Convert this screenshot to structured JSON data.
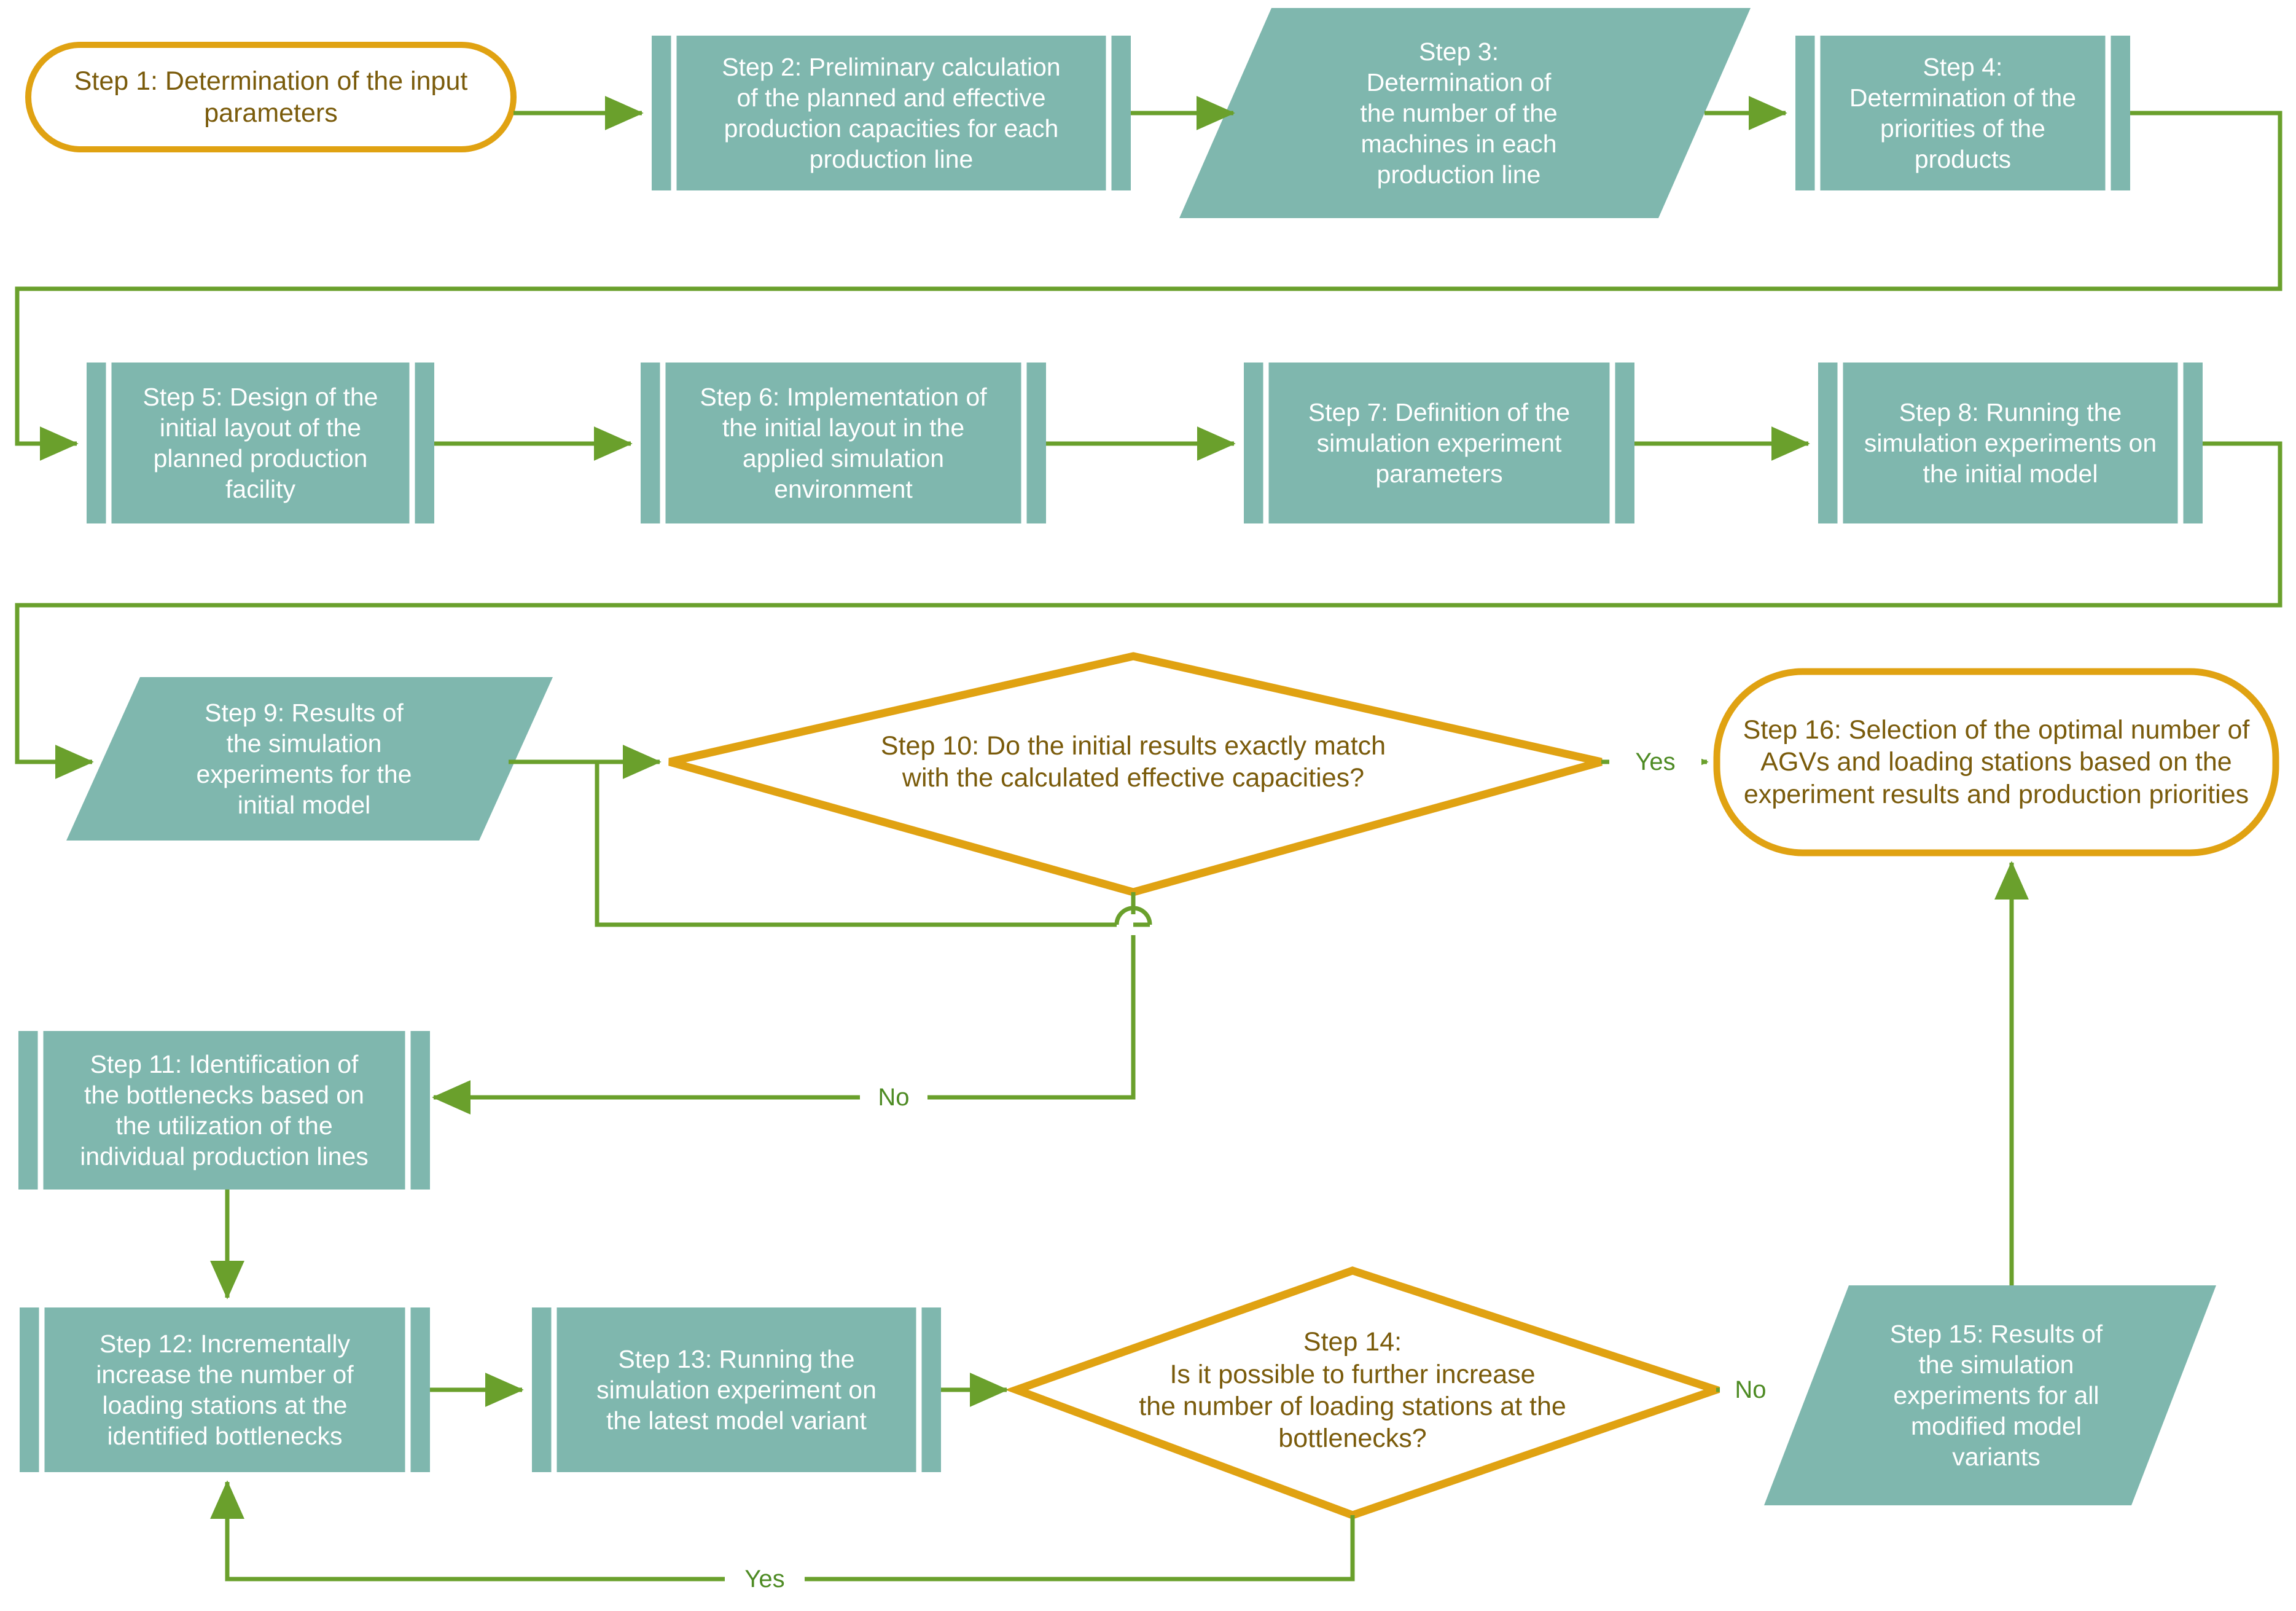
{
  "diagram": {
    "title": "Simulation-based methodology flowchart",
    "colors": {
      "process_fill": "#7FB7AE",
      "process_text": "#FFFFFF",
      "terminator_stroke": "#E0A212",
      "decision_stroke": "#E0A212",
      "decision_text": "#7A5B0B",
      "connector": "#6AA02C",
      "edge_label_text": "#4E8B24",
      "background": "#FFFFFF"
    },
    "nodes": [
      {
        "id": "step1",
        "shape": "terminator",
        "label": "Step 1: Determination of the input parameters"
      },
      {
        "id": "step2",
        "shape": "predefined-process",
        "label": "Step 2: Preliminary calculation of the planned and effective production capacities for each production line"
      },
      {
        "id": "step3",
        "shape": "data-parallelogram",
        "label": "Step 3: Determination of the number of the machines in each production line"
      },
      {
        "id": "step4",
        "shape": "predefined-process",
        "label": "Step 4: Determination of the priorities of the products"
      },
      {
        "id": "step5",
        "shape": "predefined-process",
        "label": "Step 5: Design of the initial layout of the planned production facility"
      },
      {
        "id": "step6",
        "shape": "predefined-process",
        "label": "Step 6: Implementation of the initial layout in the applied simulation environment"
      },
      {
        "id": "step7",
        "shape": "predefined-process",
        "label": "Step 7: Definition of the simulation experiment parameters"
      },
      {
        "id": "step8",
        "shape": "predefined-process",
        "label": "Step 8: Running the simulation experiments on the initial model"
      },
      {
        "id": "step9",
        "shape": "data-parallelogram",
        "label": "Step 9: Results of the simulation experiments for the initial model"
      },
      {
        "id": "step10",
        "shape": "decision-diamond",
        "label": "Step 10: Do the initial results exactly match with the calculated effective capacities?"
      },
      {
        "id": "step11",
        "shape": "predefined-process",
        "label": "Step 11: Identification of the bottlenecks based on the utilization of the individual production lines"
      },
      {
        "id": "step12",
        "shape": "predefined-process",
        "label": "Step 12: Incrementally increase the number of loading stations at the identified bottlenecks"
      },
      {
        "id": "step13",
        "shape": "predefined-process",
        "label": "Step 13: Running the simulation experiment on the latest model variant"
      },
      {
        "id": "step14",
        "shape": "decision-diamond",
        "label": "Step 14: Is it possible to further increase the number of loading stations at the bottlenecks?"
      },
      {
        "id": "step15",
        "shape": "data-parallelogram",
        "label": "Step 15: Results of the simulation experiments for all modified model variants"
      },
      {
        "id": "step16",
        "shape": "terminator",
        "label": "Step 16: Selection of the optimal number of AGVs and loading stations based on the experiment results and production priorities"
      }
    ],
    "node_labels": {
      "step1": {
        "lines": [
          "Step 1: Determination of the input",
          "parameters"
        ]
      },
      "step2": {
        "lines": [
          "Step 2: Preliminary calculation",
          "of the planned and effective",
          "production capacities for each",
          "production line"
        ]
      },
      "step3": {
        "lines": [
          "Step 3:",
          "Determination of",
          "the number of the",
          "machines in each",
          "production line"
        ]
      },
      "step4": {
        "lines": [
          "Step 4:",
          "Determination of the",
          "priorities of the",
          "products"
        ]
      },
      "step5": {
        "lines": [
          "Step 5: Design of the",
          "initial layout of the",
          "planned production",
          "facility"
        ]
      },
      "step6": {
        "lines": [
          "Step 6: Implementation of",
          "the initial layout in the",
          "applied simulation",
          "environment"
        ]
      },
      "step7": {
        "lines": [
          "Step 7: Definition of the",
          "simulation experiment",
          "parameters"
        ]
      },
      "step8": {
        "lines": [
          "Step 8: Running the",
          "simulation experiments on",
          "the initial model"
        ]
      },
      "step9": {
        "lines": [
          "Step 9: Results of",
          "the simulation",
          "experiments for the",
          "initial model"
        ]
      },
      "step10": {
        "lines": [
          "Step 10: Do the initial results exactly match",
          "with the calculated effective capacities?"
        ]
      },
      "step11": {
        "lines": [
          "Step 11: Identification of",
          "the bottlenecks based on",
          "the utilization of the",
          "individual production lines"
        ]
      },
      "step12": {
        "lines": [
          "Step 12: Incrementally",
          "increase the number of",
          "loading stations at the",
          "identified bottlenecks"
        ]
      },
      "step13": {
        "lines": [
          "Step 13: Running the",
          "simulation experiment on",
          "the latest model variant"
        ]
      },
      "step14": {
        "lines": [
          "Step 14:",
          "Is it possible to further increase",
          "the number of loading stations at the",
          "bottlenecks?"
        ]
      },
      "step15": {
        "lines": [
          "Step 15: Results of",
          "the simulation",
          "experiments for all",
          "modified model",
          "variants"
        ]
      },
      "step16": {
        "lines": [
          "Step 16: Selection of the optimal number of",
          "AGVs and loading stations based on the",
          "experiment results and production priorities"
        ]
      }
    },
    "edge_labels": {
      "yes_step10": "Yes",
      "no_step10": "No",
      "no_step14": "No",
      "yes_step14": "Yes"
    },
    "edges": [
      {
        "from": "step1",
        "to": "step2",
        "label": ""
      },
      {
        "from": "step2",
        "to": "step3",
        "label": ""
      },
      {
        "from": "step3",
        "to": "step4",
        "label": ""
      },
      {
        "from": "step4",
        "to": "step5",
        "label": ""
      },
      {
        "from": "step5",
        "to": "step6",
        "label": ""
      },
      {
        "from": "step6",
        "to": "step7",
        "label": ""
      },
      {
        "from": "step7",
        "to": "step8",
        "label": ""
      },
      {
        "from": "step8",
        "to": "step9",
        "label": ""
      },
      {
        "from": "step9",
        "to": "step10",
        "label": ""
      },
      {
        "from": "step10",
        "to": "step16",
        "label": "Yes"
      },
      {
        "from": "step10",
        "to": "step11",
        "label": "No"
      },
      {
        "from": "step11",
        "to": "step12",
        "label": ""
      },
      {
        "from": "step12",
        "to": "step13",
        "label": ""
      },
      {
        "from": "step13",
        "to": "step14",
        "label": ""
      },
      {
        "from": "step14",
        "to": "step15",
        "label": "No"
      },
      {
        "from": "step14",
        "to": "step12",
        "label": "Yes"
      },
      {
        "from": "step15",
        "to": "step16",
        "label": ""
      }
    ]
  }
}
